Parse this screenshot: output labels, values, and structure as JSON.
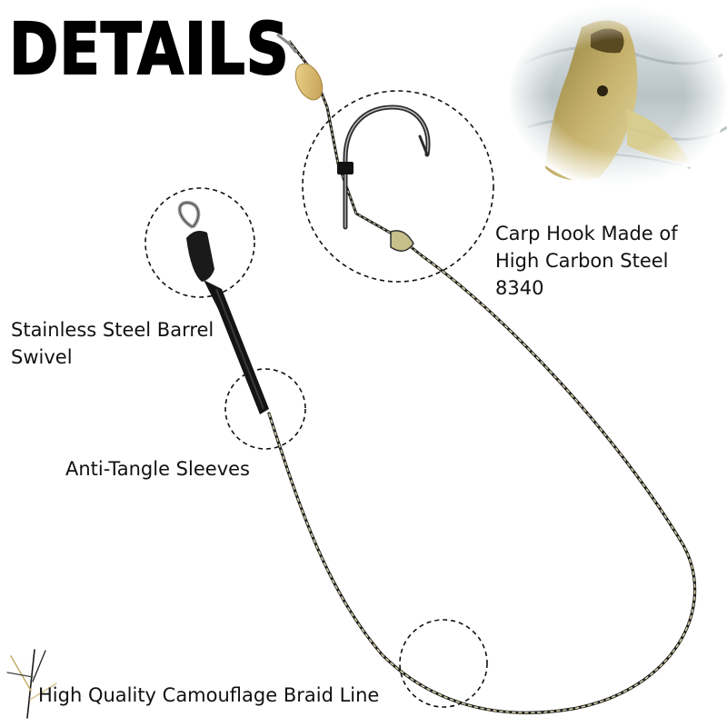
{
  "title": "DETAILS",
  "labels": {
    "hook": "Carp Hook Made of High Carbon Steel 8340",
    "swivel": "Stainless Steel Barrel Swivel",
    "sleeve": "Anti-Tangle Sleeves",
    "braid": "High Quality Camouflage Braid Line"
  },
  "colors": {
    "text": "#111111",
    "background": "#ffffff",
    "bead": "#d9b870",
    "sleeve": "#141414",
    "braid_light": "#d8d2a8",
    "braid_dark": "#1a1a1a"
  }
}
